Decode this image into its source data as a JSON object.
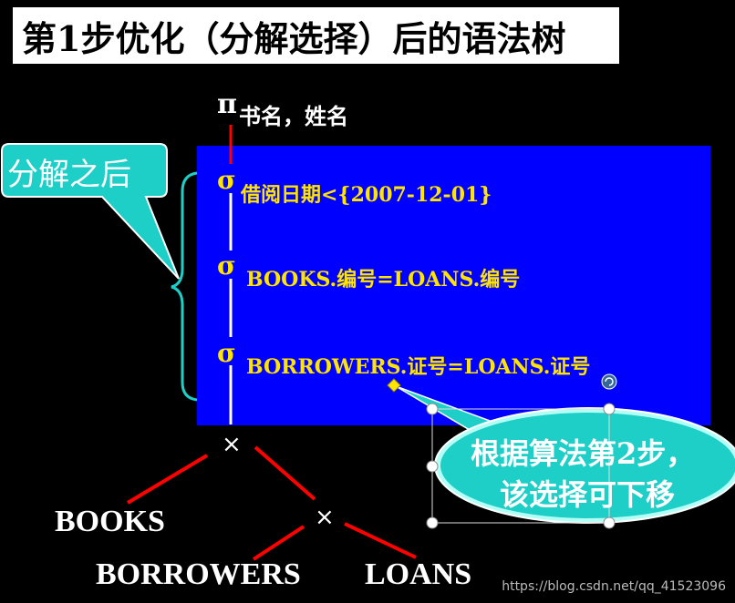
{
  "title": "第1步优化（分解选择）后的语法树",
  "projection": {
    "symbol": "π",
    "attributes": "书名，姓名"
  },
  "selections": [
    {
      "symbol": "σ",
      "condition": "借阅日期<{2007-12-01}"
    },
    {
      "symbol": "σ",
      "condition": "BOOKS.编号=LOANS.编号"
    },
    {
      "symbol": "σ",
      "condition": "BORROWERS.证号=LOANS.证号"
    }
  ],
  "joins": [
    {
      "symbol": "×"
    },
    {
      "symbol": "×"
    }
  ],
  "relations": [
    "BOOKS",
    "BORROWERS",
    "LOANS"
  ],
  "callouts": {
    "left": "分解之后",
    "right_line1": "根据算法第2步，",
    "right_line2": "该选择可下移"
  },
  "watermark": "https://blog.csdn.net/qq_41523096",
  "colors": {
    "background": "#000000",
    "panel": "#0000ff",
    "condition_text": "#ffe400",
    "callout_fill": "#1ecfc8",
    "tree_red": "#ff0000"
  }
}
